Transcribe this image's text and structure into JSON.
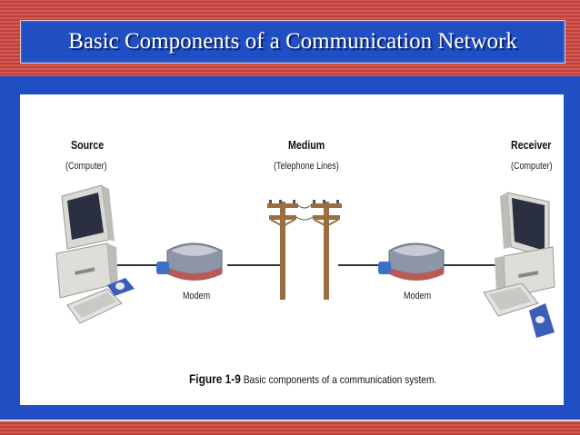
{
  "title": "Basic Components of a Communication Network",
  "diagram": {
    "source": {
      "label": "Source",
      "sublabel": "(Computer)"
    },
    "medium": {
      "label": "Medium",
      "sublabel": "(Telephone Lines)"
    },
    "receiver": {
      "label": "Receiver",
      "sublabel": "(Computer)"
    },
    "modem_left": {
      "label": "Modem"
    },
    "modem_right": {
      "label": "Modem"
    },
    "caption": {
      "figure": "Figure 1-9",
      "text": "Basic components of a communication system."
    }
  },
  "colors": {
    "slide_red": "#c8413e",
    "panel_blue": "#1f4fc3",
    "figure_bg": "#ffffff",
    "title_text": "#ffffff"
  },
  "icons": [
    "computer-icon",
    "modem-icon",
    "telephone-pole-icon"
  ]
}
